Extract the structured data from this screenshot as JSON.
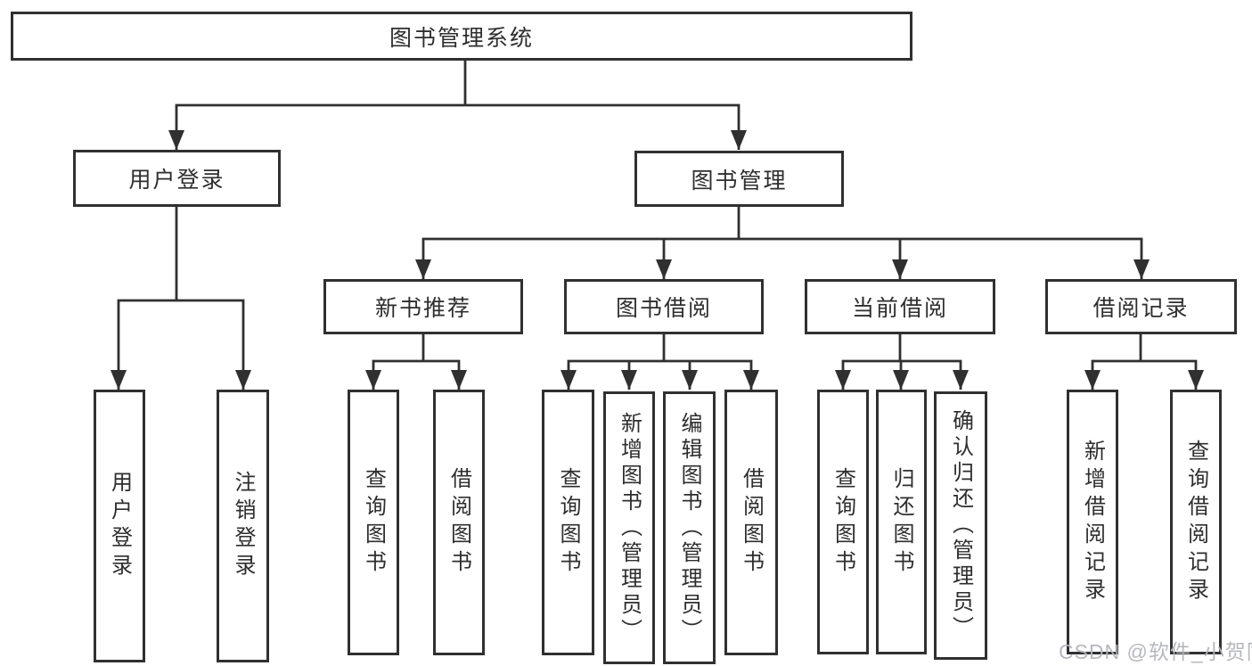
{
  "diagram": {
    "root": {
      "label": "图书管理系统"
    },
    "branches": {
      "user_login": {
        "label": "用户登录",
        "children": [
          "用户登录",
          "注销登录"
        ]
      },
      "book_management": {
        "label": "图书管理",
        "sections": {
          "new_books": {
            "label": "新书推荐",
            "children": [
              "查询图书",
              "借阅图书"
            ]
          },
          "book_borrow": {
            "label": "图书借阅",
            "children": [
              "查询图书",
              "新增图书（管理员）",
              "编辑图书（管理员）",
              "借阅图书"
            ]
          },
          "current_borrow": {
            "label": "当前借阅",
            "children": [
              "查询图书",
              "归还图书",
              "确认归还（管理员）"
            ]
          },
          "borrow_records": {
            "label": "借阅记录",
            "children": [
              "新增借阅记录",
              "查询借阅记录"
            ]
          }
        }
      }
    }
  },
  "watermark": {
    "text": "CSDN @软件_小贺同学"
  },
  "colors": {
    "line": "#303030",
    "box_border": "#303030",
    "box_fill": "#ffffff",
    "text": "#2e2e2e",
    "watermark": "#b2b4b8",
    "background": "#ffffff"
  }
}
